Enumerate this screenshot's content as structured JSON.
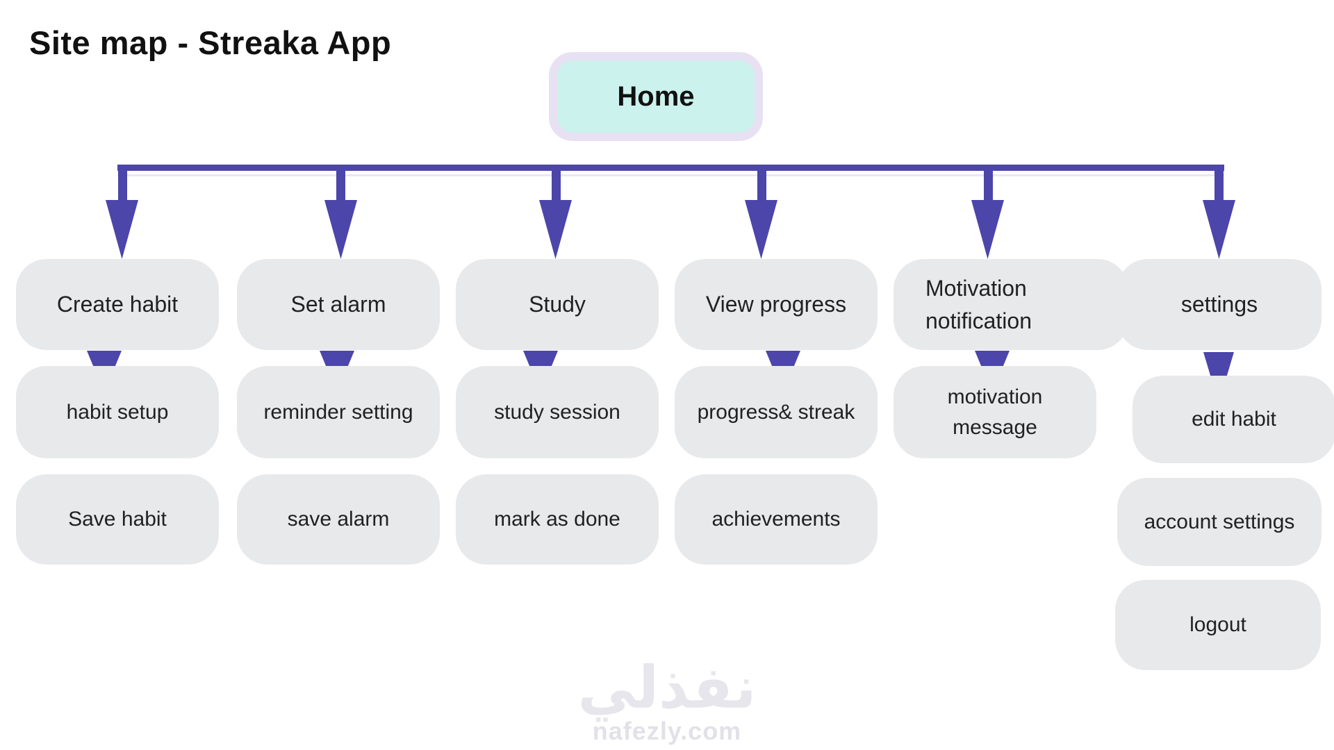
{
  "title": "Site map - Streaka App",
  "home": {
    "label": "Home"
  },
  "columns": [
    {
      "label": "Create habit",
      "children": [
        "habit setup",
        "Save habit"
      ]
    },
    {
      "label": "Set alarm",
      "children": [
        "reminder setting",
        "save alarm"
      ]
    },
    {
      "label": "Study",
      "children": [
        "study session",
        "mark as done"
      ]
    },
    {
      "label": "View progress",
      "children": [
        "progress& streak",
        "achievements"
      ]
    },
    {
      "label": "Motivation notification",
      "children": [
        "motivation message"
      ]
    },
    {
      "label": "settings",
      "children": [
        "edit habit",
        "account settings",
        "logout"
      ]
    }
  ],
  "watermark": {
    "logo_text": "نفذلي",
    "site_url": "nafezly.com"
  },
  "colors": {
    "connector": "#4c45aa",
    "node_fill": "#e8e9eb",
    "home_fill": "#cbf2ec",
    "home_border": "#e7e1f3"
  }
}
